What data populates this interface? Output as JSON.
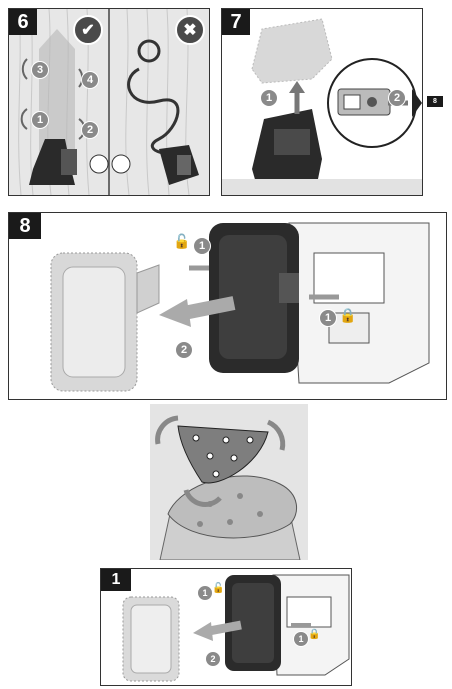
{
  "panel6": {
    "number": "6",
    "ok_symbol": "✔",
    "no_symbol": "✖",
    "step1": "1",
    "step2": "2",
    "step3": "3",
    "step4": "4"
  },
  "panel7": {
    "number": "7",
    "step1": "1",
    "step2": "2",
    "page_ref": "8"
  },
  "panel8": {
    "number": "8",
    "step1_top": "1",
    "step1_bottom": "1",
    "step2": "2"
  },
  "panel1": {
    "number": "1",
    "step1_top": "1",
    "step1_bottom": "1",
    "step2": "2"
  },
  "icons": {
    "lock_open": "unlock-icon",
    "lock_closed": "lock-icon"
  },
  "colors": {
    "frame": "#333333",
    "tag": "#1a1a1a",
    "step_circle": "#8a8a8a",
    "wood": "#dedede"
  }
}
